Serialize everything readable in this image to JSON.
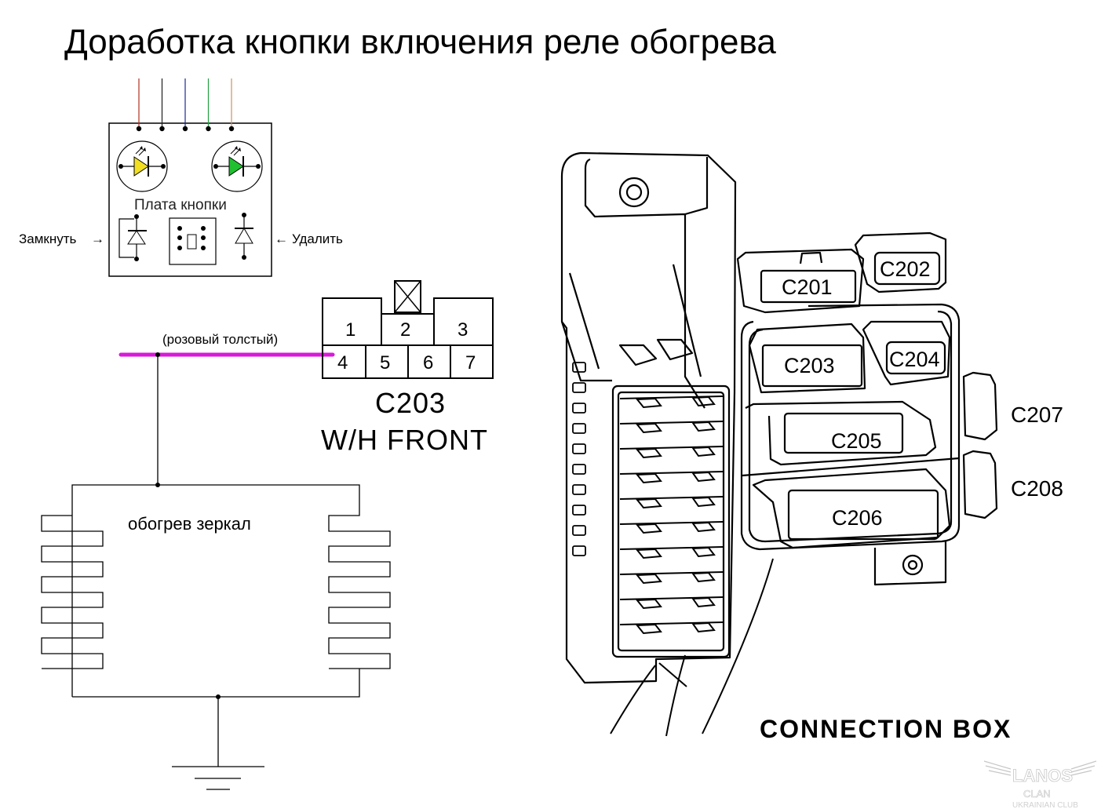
{
  "title": "Доработка кнопки включения реле обогрева",
  "button_board": {
    "label": "Плата кнопки",
    "left_annotation": "Замкнуть",
    "right_annotation": "Удалить",
    "wire_colors": [
      "#b03020",
      "#202020",
      "#1a2a90",
      "#22a040",
      "#d09060"
    ],
    "led_colors": {
      "left": "#f2e020",
      "right": "#20c030"
    },
    "arrow_right_glyph": "→",
    "arrow_left_glyph": "←"
  },
  "wire": {
    "label": "(розовый толстый)",
    "color": "#d81ad8"
  },
  "connector_c203": {
    "pins_top": [
      "1",
      "2",
      "3"
    ],
    "pins_bottom": [
      "4",
      "5",
      "6",
      "7"
    ],
    "name": "C203",
    "subtitle": "W/H FRONT"
  },
  "heater": {
    "label": "обогрев зеркал"
  },
  "connection_box": {
    "title": "CONNECTION BOX",
    "connectors": [
      "C201",
      "C202",
      "C203",
      "C204",
      "C205",
      "C206",
      "C207",
      "C208"
    ]
  },
  "logo": {
    "name": "LANOS",
    "sub": "CLAN",
    "tagline": "UKRAINIAN CLUB"
  }
}
